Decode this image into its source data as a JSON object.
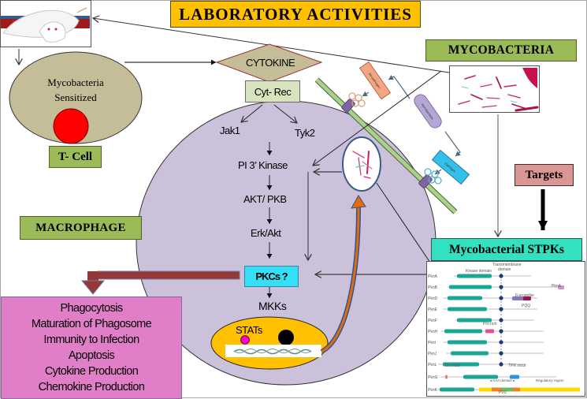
{
  "title": "LABORATORY ACTIVITIES",
  "labels": {
    "mycobacteria_box": "MYCOBACTERIA",
    "macrophage_box": "MACROPHAGE",
    "tcell_box": "T- Cell",
    "targets_box": "Targets",
    "stpk_box": "Mycobacterial STPKs",
    "cytokine": "CYTOKINE",
    "cyt_rec": "Cyt- Rec",
    "sensitized_line1": "Mycobacteria",
    "sensitized_line2": "Sensitized"
  },
  "pathway": {
    "jak1": "Jak1",
    "tyk2": "Tyk2",
    "pi3k": "PI 3’ Kinase",
    "akt_pkb": "AKT/ PKB",
    "erk_akt": "Erk/Akt",
    "pkcs": "PKCs ?",
    "mkks": "MKKs",
    "stats": "STATs"
  },
  "outcomes": [
    "Phagocytosis",
    "Maturation of Phagosome",
    "Immunity to Infection",
    "Apoptosis",
    "Cytokine Production",
    "Chemokine Production"
  ],
  "stpk_panel": {
    "header_kinase": "Kinase domain",
    "header_tm_line1": "Transmembrane",
    "header_tm_line2": "domain",
    "kinases": [
      "PknA",
      "PknB",
      "PknD",
      "PknE",
      "PknF",
      "PknH",
      "PknI",
      "PknJ",
      "PknL",
      "PknG",
      "PknK"
    ],
    "annotations": {
      "pasta": "PknA",
      "beta_propeller": "β-propeller",
      "pqq": "PQQ",
      "pro_rich": "Pro rich",
      "trx_motif": "Trx motif",
      "tpr_motif": "TPR motif",
      "aaa_domain": "◂ AAA domain ▸",
      "regulatory_region": "Regulatory region",
      "pdz": "PDZ"
    }
  },
  "membrane_proteins": {
    "protein_top": "Mn-pathogen",
    "protein_mid": "Mycobacteria",
    "protein_bottom": "Pathogen"
  },
  "colors": {
    "title_bg": "#ffc000",
    "green_label": "#9bbb59",
    "macrophage_fill": "#ccc1da",
    "tcell_ellipse": "#c4bd97",
    "tcell_nucleus": "#ff0000",
    "pkcs_bg": "#33e0f5",
    "outcomes_bg": "#e07fc8",
    "targets_bg": "#d99694",
    "stpk_title_bg": "#33e0c0",
    "nucleus_fill": "#ffc000",
    "red_arrow": "#953735",
    "kinase_domain": "#1aa595"
  }
}
